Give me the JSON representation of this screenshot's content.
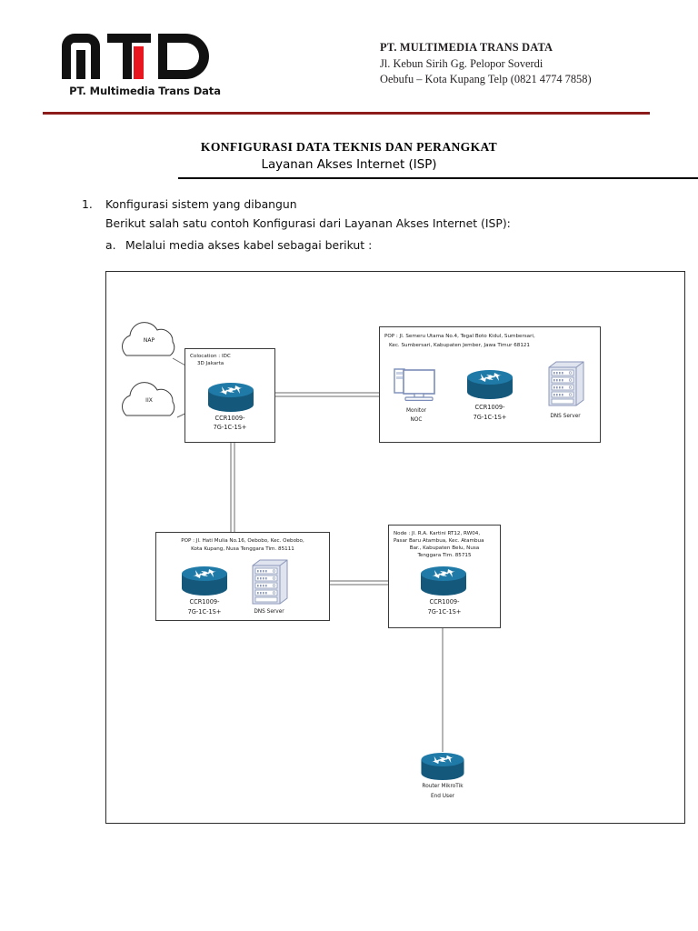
{
  "letterhead": {
    "logo_text": "MTD",
    "logo_tagline": "PT. Multimedia Trans Data",
    "company_name": "PT. MULTIMEDIA TRANS DATA",
    "address_line1": "Jl. Kebun Sirih Gg. Pelopor Soverdi",
    "address_line2": "Oebufu – Kota Kupang Telp (0821 4774 7858)",
    "rule_color": "#8c1b1b"
  },
  "title": {
    "line1": "KONFIGURASI DATA TEKNIS DAN PERANGKAT",
    "line2": "Layanan Akses Internet (ISP)"
  },
  "body": {
    "item1_marker": "1.",
    "item1_text": "Konfigurasi sistem yang  dibangun",
    "item1_sub": "Berikut salah satu contoh Konfigurasi dari Layanan Akses Internet (ISP):",
    "item1a_marker": "a.",
    "item1a_text": "Melalui media akses kabel sebagai berikut :"
  },
  "diagram": {
    "clouds": [
      {
        "name": "NAP",
        "label": "NAP"
      },
      {
        "name": "IIX",
        "label": "IIX"
      }
    ],
    "idc_box": {
      "label_line1": "Colocation : IDC",
      "label_line2": "3D Jakarta",
      "router_caption_line1": "CCR1009-",
      "router_caption_line2": "7G-1C-1S+"
    },
    "pop_jember_box": {
      "label_line1": "POP : Jl. Semeru Utama No.4, Tegal Boto Kidul, Sumbersari,",
      "label_line2": "Kec. Sumbersari, Kabupaten Jember, Jawa Timur 68121",
      "monitor_caption_line1": "Monitor",
      "monitor_caption_line2": "NOC",
      "router_caption_line1": "CCR1009-",
      "router_caption_line2": "7G-1C-1S+",
      "server_caption": "DNS Server"
    },
    "pop_kupang_box": {
      "label_line1": "POP : Jl. Hati Mulia No.16, Oebobo, Kec. Oebobo,",
      "label_line2": "Kota Kupang, Nusa Tenggara Tim. 85111",
      "router_caption_line1": "CCR1009-",
      "router_caption_line2": "7G-1C-1S+",
      "server_caption": "DNS Server"
    },
    "node_atambua_box": {
      "label_line1": "Node : Jl. R.A. Kartini RT12, RW04,",
      "label_line2": "Pasar Baru Atambua, Kec. Atambua",
      "label_line3": "Bar., Kabupaten Belu, Nusa",
      "label_line4": "Tenggara Tim. 85715",
      "router_caption_line1": "CCR1009-",
      "router_caption_line2": "7G-1C-1S+"
    },
    "end_user": {
      "caption_line1": "Router MikroTik",
      "caption_line2": "End User"
    },
    "colors": {
      "router_body": "#1b6d96",
      "router_top": "#1f7aa8",
      "server_fill": "#c8d0e4",
      "monitor_stroke": "#7b8db8",
      "link_line": "#6b6b6b",
      "box_border": "#3a3a3a"
    }
  }
}
